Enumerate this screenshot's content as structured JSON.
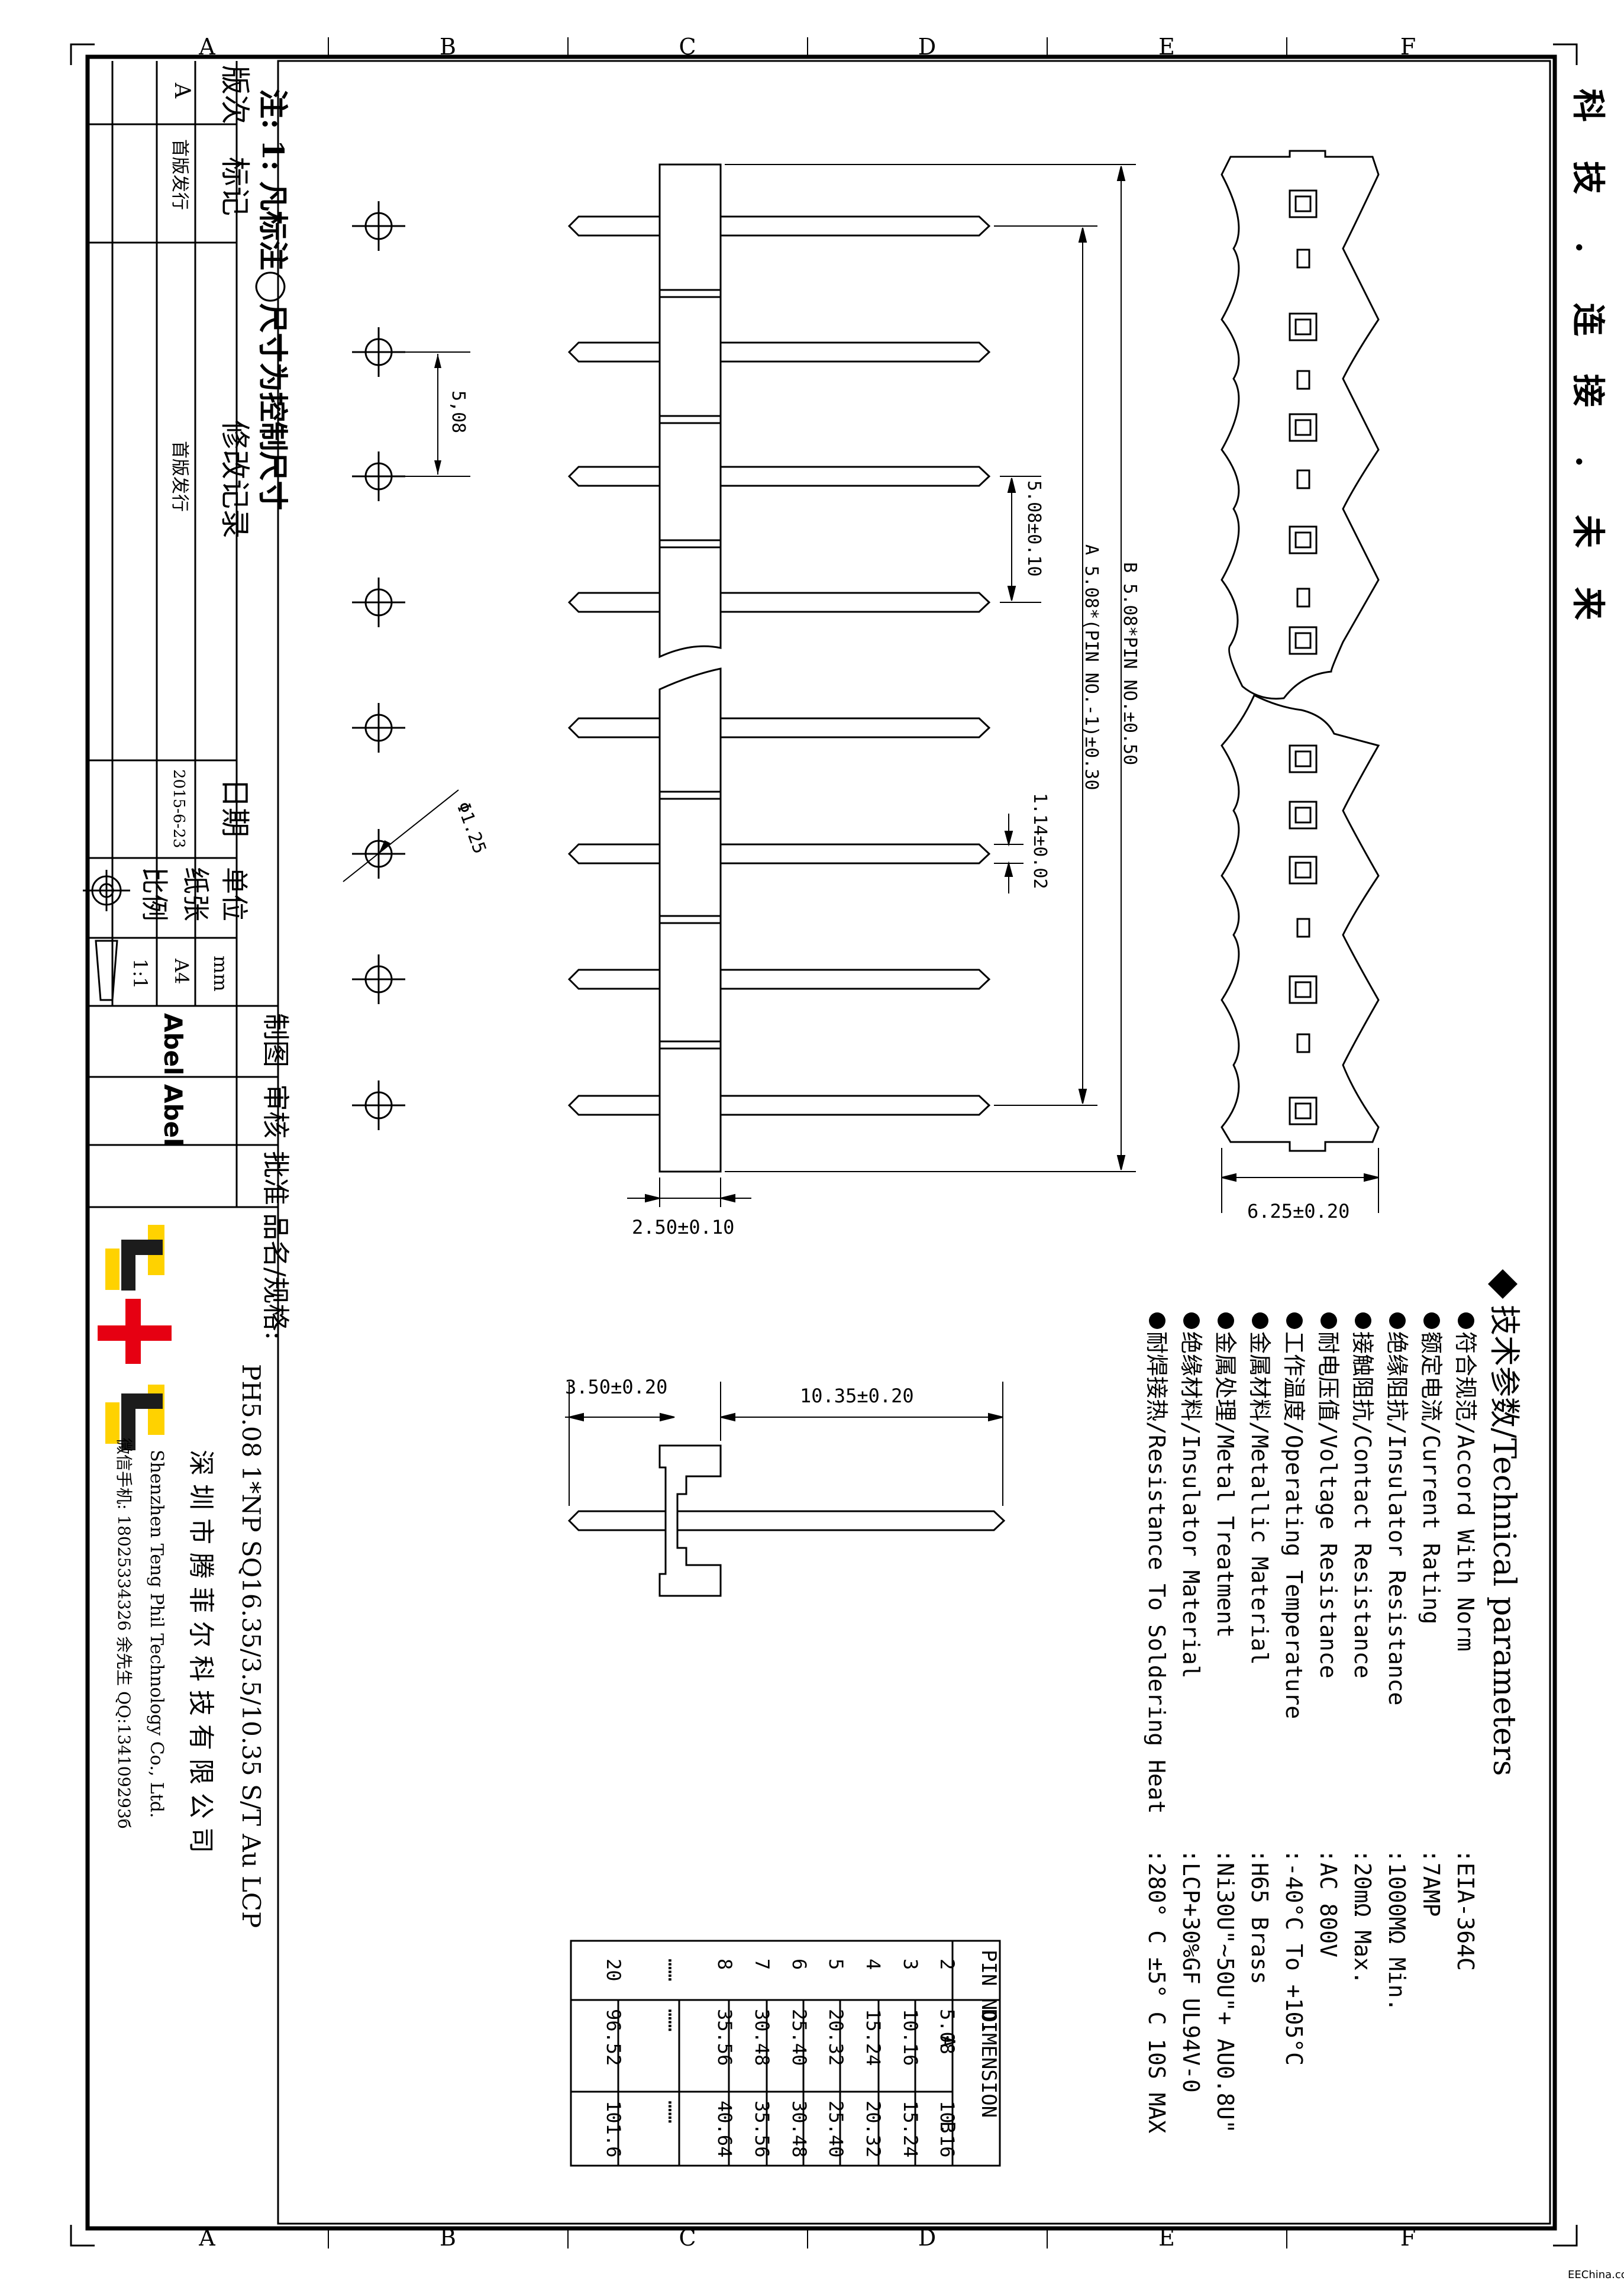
{
  "frame": {
    "top_letters": [
      "A",
      "B",
      "C",
      "D",
      "E",
      "F"
    ],
    "bottom_letters": [
      "A",
      "B",
      "C",
      "D",
      "E",
      "F"
    ]
  },
  "slogan": [
    "科",
    "技",
    ".",
    "连",
    "接",
    ".",
    "未",
    "来"
  ],
  "revision": {
    "notes": "注: 1: 凡标注◯尺寸为控制尺寸",
    "version_label": "版次",
    "mark_label": "标记",
    "record_label": "修改记录",
    "date_label": "日期",
    "unit_label": "单位",
    "paper_label": "纸张",
    "scale_label": "比例",
    "version": "A",
    "mark": "首版发行",
    "record": "首版发行",
    "date": "2015-6-23",
    "unit": "mm",
    "paper": "A4",
    "scale": "1:1"
  },
  "approval": {
    "draw_label": "制图",
    "check_label": "审核",
    "approve_label": "批准",
    "draw_name": "Abel",
    "check_name": "Abel"
  },
  "product": {
    "label": "品名/规格:",
    "value": "PH5.08 1*NP SQ16.35/3.5/10.35 S/T Au LCP"
  },
  "company": {
    "name_cn": "深 圳 市 腾 菲 尔 科 技 有 限 公 司",
    "name_en": "Shenzhen Teng Phil Technology Co., Ltd.",
    "contact": "微信手机: 18025334326 余先生 QQ:134109293б"
  },
  "dimensions": {
    "pitch_pcb": "5,08",
    "hole_dia": "Φ1.25",
    "pitch": "5.08±0.10",
    "dim_a": "A  5.08*(PIN NO.-1)±0.30",
    "dim_b": "B  5.08*PIN NO.±0.50",
    "pin_width": "1.14±0.02",
    "housing_width": "2.50±0.10",
    "tape_width": "6.25±0.20",
    "side_short": "3.50±0.20",
    "side_long": "10.35±0.20"
  },
  "tech": {
    "title": "技术参数/Technical parameters",
    "params": [
      {
        "name": "符合规范/Accord With Norm",
        "value": ":EIA-364C"
      },
      {
        "name": "额定电流/Current Rating",
        "value": ":7AMP"
      },
      {
        "name": "绝缘阻抗/Insulator Resistance",
        "value": ":1000MΩ Min."
      },
      {
        "name": "接触阻抗/Contact Resistance",
        "value": ":20mΩ Max."
      },
      {
        "name": "耐电压值/Voltage Resistance",
        "value": ":AC 800V"
      },
      {
        "name": "工作温度/Operating Temperature",
        "value": ":-40°C To +105°C"
      },
      {
        "name": "金属材料/Metallic Material",
        "value": ":H65 Brass"
      },
      {
        "name": "金属处理/Metal Treatment",
        "value": ":Ni30U\"~50U\"+ AU0.8U\""
      },
      {
        "name": "绝缘材料/Insulator Material",
        "value": ":LCP+30%GF UL94V-0"
      },
      {
        "name": "耐焊接热/Resistance To Soldering Heat",
        "value": ":280° C ±5° C   10S MAX"
      }
    ]
  },
  "table": {
    "col_pin": "PIN NO.",
    "col_dim": "DIMENSION",
    "col_a": "A",
    "col_b": "B",
    "rows": [
      [
        "2",
        "5.08",
        "10.16"
      ],
      [
        "3",
        "10.16",
        "15.24"
      ],
      [
        "4",
        "15.24",
        "20.32"
      ],
      [
        "5",
        "20.32",
        "25.40"
      ],
      [
        "6",
        "25.40",
        "30.48"
      ],
      [
        "7",
        "30.48",
        "35.56"
      ],
      [
        "8",
        "35.56",
        "40.64"
      ],
      [
        "……",
        "……",
        "……"
      ],
      [
        "20",
        "96.52",
        "101.6"
      ]
    ]
  },
  "watermark": "EEChina.com"
}
